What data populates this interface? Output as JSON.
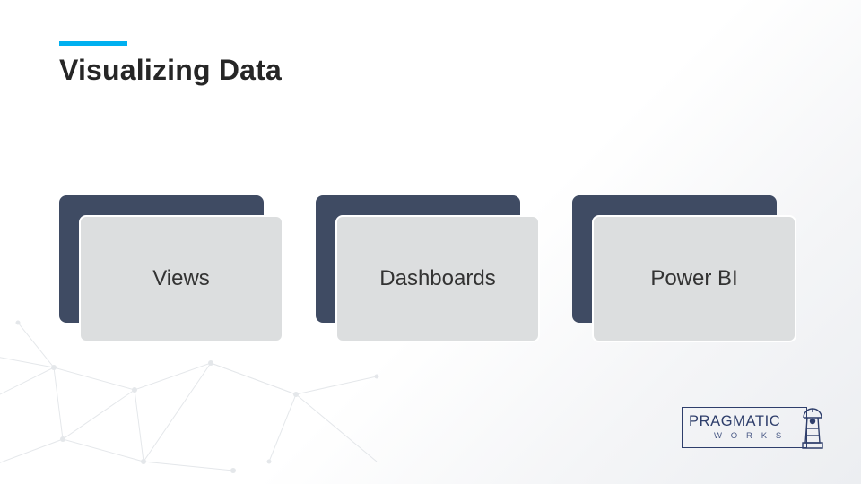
{
  "slide": {
    "title": "Visualizing Data",
    "accent_color": "#00b0f0",
    "title_color": "#262626",
    "background": "#ffffff"
  },
  "cards": [
    {
      "label": "Views",
      "back_color": "#3f4b63",
      "front_color": "#dcdedf"
    },
    {
      "label": "Dashboards",
      "back_color": "#3f4b63",
      "front_color": "#dcdedf"
    },
    {
      "label": "Power BI",
      "back_color": "#3f4b63",
      "front_color": "#dcdedf"
    }
  ],
  "logo": {
    "primary_text": "PRAGMATIC",
    "secondary_text": "W O R K S",
    "color": "#2e3e6b"
  }
}
